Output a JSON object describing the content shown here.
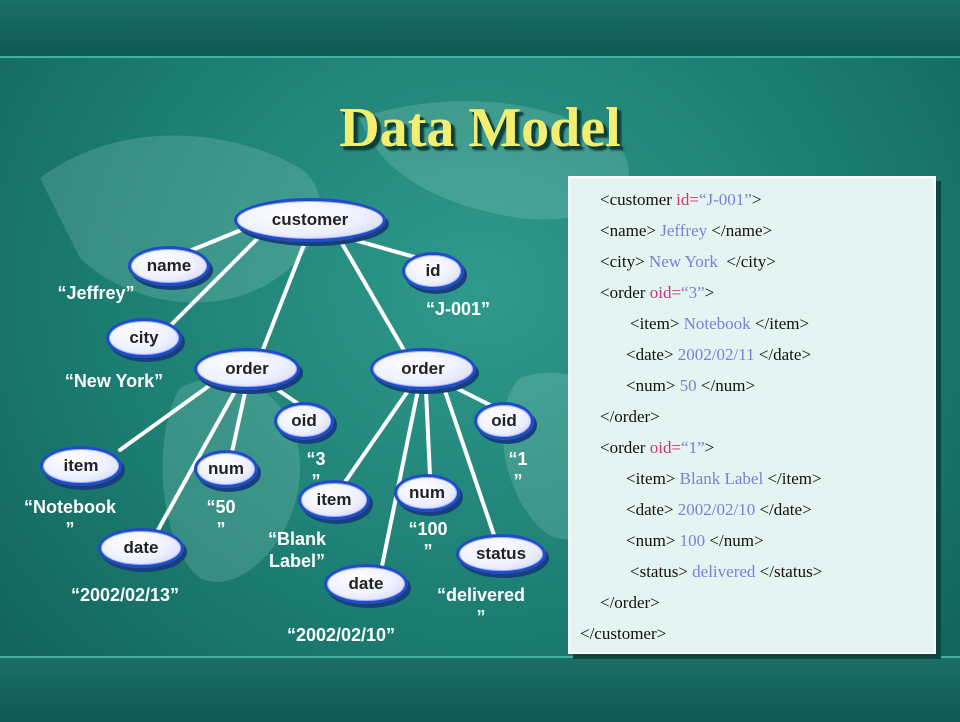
{
  "title": "Data Model",
  "nodes": {
    "customer": "customer",
    "name": "name",
    "id": "id",
    "city": "city",
    "order1": "order",
    "order2": "order",
    "oid1": "oid",
    "oid2": "oid",
    "item1": "item",
    "num1": "num",
    "date1": "date",
    "item2": "item",
    "num2": "num",
    "date2": "date",
    "status": "status"
  },
  "values": {
    "name": "“Jeffrey”",
    "id": "“J-001”",
    "city": "“New York”",
    "oid1": "“3\n”",
    "oid2": "“1\n”",
    "item1": "“Notebook\n”",
    "num1": "“50\n”",
    "date1": "“2002/02/13”",
    "item2": "“Blank\nLabel”",
    "num2": "“100\n”",
    "date2": "“2002/02/10”",
    "status": "“delivered\n”"
  },
  "xml": {
    "l1_open": "<customer ",
    "l1_attr": "id=",
    "l1_val": "“J-001”",
    "l1_close": ">",
    "l2_open": "<name>",
    "l2_val": " Jeffrey ",
    "l2_close": "</name>",
    "l3_open": "<city>",
    "l3_val": " New York ",
    "l3_close": " </city>",
    "l4_open": "<order ",
    "l4_attr": "oid=",
    "l4_val": "“3”",
    "l4_close": ">",
    "l5_open": "<item>",
    "l5_val": " Notebook ",
    "l5_close": "</item>",
    "l6_open": "<date>",
    "l6_val": " 2002/02/11 ",
    "l6_close": "</date>",
    "l7_open": "<num>",
    "l7_val": " 50 ",
    "l7_close": "</num>",
    "l8": "</order>",
    "l9_open": "<order ",
    "l9_attr": "oid=",
    "l9_val": "“1”",
    "l9_close": ">",
    "l10_open": "<item>",
    "l10_val": " Blank Label ",
    "l10_close": "</item>",
    "l11_open": "<date>",
    "l11_val": " 2002/02/10 ",
    "l11_close": "</date>",
    "l12_open": "<num>",
    "l12_val": " 100 ",
    "l12_close": "</num>",
    "l13_open": "<status>",
    "l13_val": " delivered ",
    "l13_close": "</status>",
    "l14": "</order>",
    "l15": "</customer>"
  }
}
